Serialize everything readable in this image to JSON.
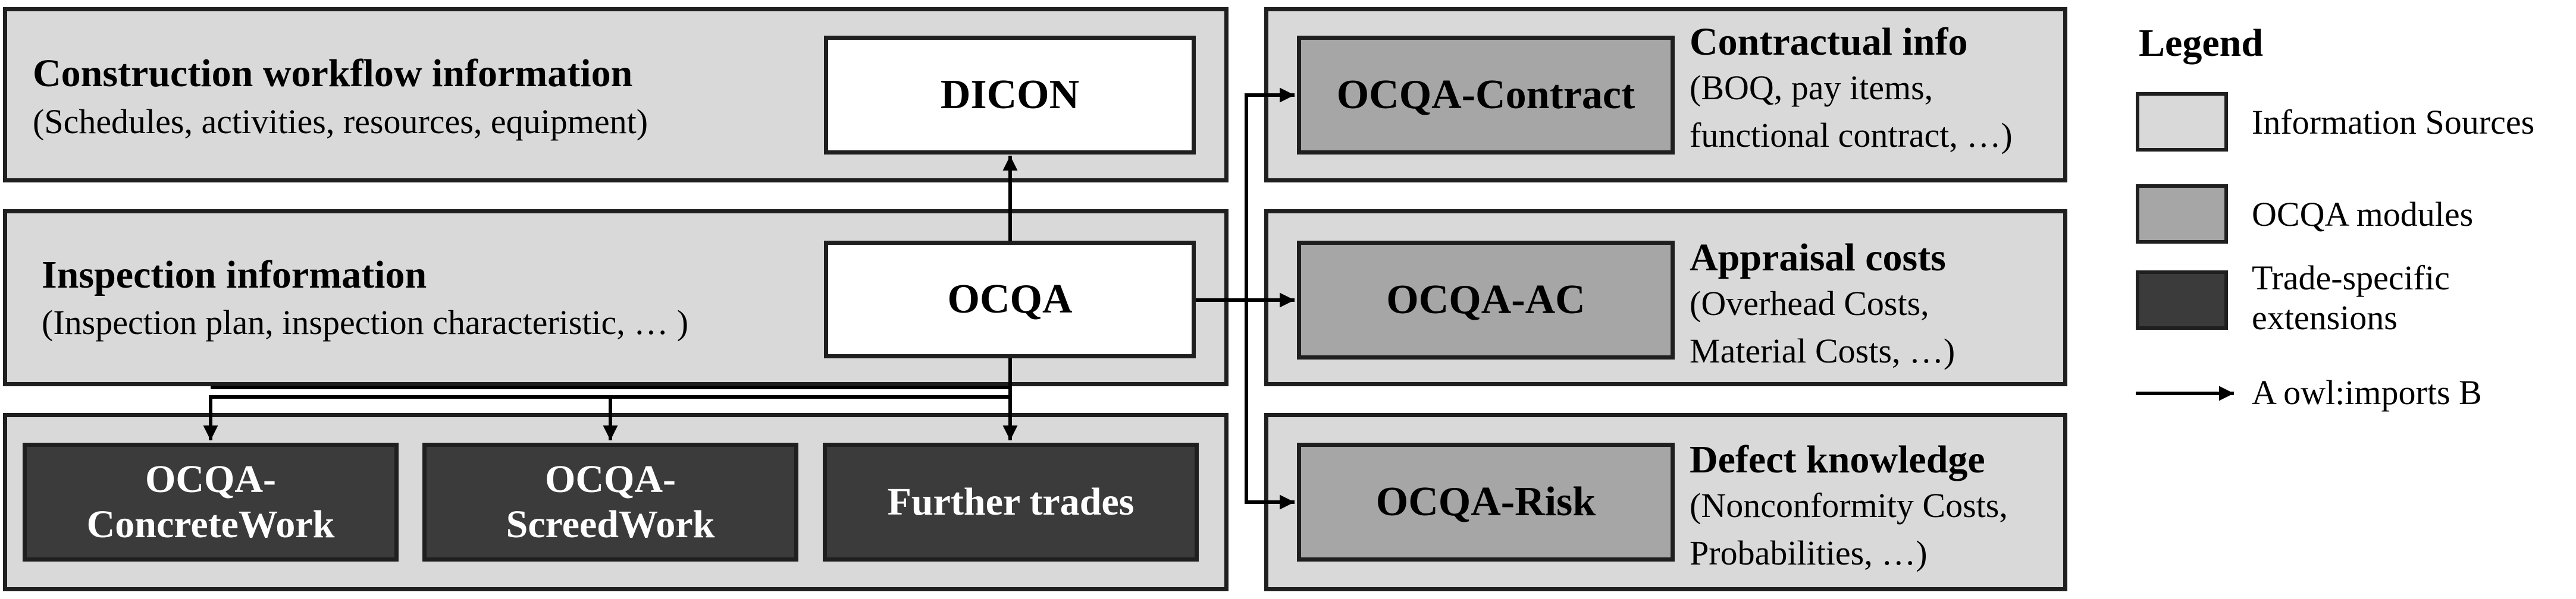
{
  "workflow": {
    "title": "Construction workflow information",
    "subtitle": "(Schedules, activities, resources, equipment)",
    "module": "DICON"
  },
  "inspection": {
    "title": "Inspection information",
    "subtitle": "(Inspection plan, inspection characteristic, … )",
    "module": "OCQA"
  },
  "trades": [
    {
      "line1": "OCQA-",
      "line2": "ConcreteWork"
    },
    {
      "line1": "OCQA-",
      "line2": "ScreedWork"
    },
    {
      "line1": "Further trades",
      "line2": ""
    }
  ],
  "contract": {
    "module": "OCQA-Contract",
    "title": "Contractual info",
    "line1": "(BOQ, pay items,",
    "line2": "functional contract, …)"
  },
  "appraisal": {
    "module": "OCQA-AC",
    "title": "Appraisal costs",
    "line1": "(Overhead Costs,",
    "line2": "Material Costs, …)"
  },
  "defect": {
    "module": "OCQA-Risk",
    "title": "Defect knowledge",
    "line1": "(Nonconformity Costs,",
    "line2": "Probabilities, …)"
  },
  "legend": {
    "title": "Legend",
    "items": [
      {
        "label": "Information Sources",
        "color": "#d9d9d9"
      },
      {
        "label": "OCQA modules",
        "color": "#a6a6a6"
      },
      {
        "label": "Trade-specific",
        "label2": "extensions",
        "color": "#3b3b3b"
      }
    ],
    "arrow_label": "A owl:imports B"
  }
}
